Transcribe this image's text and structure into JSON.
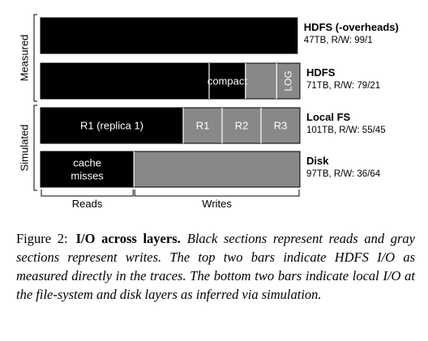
{
  "chart_data": {
    "type": "bar",
    "orientation": "horizontal",
    "stacked": true,
    "groups": [
      {
        "label": "Measured",
        "bars": [
          0,
          1
        ]
      },
      {
        "label": "Simulated",
        "bars": [
          2,
          3
        ]
      }
    ],
    "bars": [
      {
        "name": "HDFS (-overheads)",
        "detail": "47TB, R/W: 99/1",
        "total_tb": 47,
        "segments": [
          {
            "kind": "read",
            "value": 0.99,
            "label": ""
          }
        ]
      },
      {
        "name": "HDFS",
        "detail": "71TB, R/W: 79/21",
        "total_tb": 71,
        "segments": [
          {
            "kind": "read",
            "value": 0.65,
            "label": ""
          },
          {
            "kind": "read",
            "value": 0.14,
            "label": "compact"
          },
          {
            "kind": "write",
            "value": 0.12,
            "label": ""
          },
          {
            "kind": "write",
            "value": 0.09,
            "label": "LOG"
          }
        ]
      },
      {
        "name": "Local FS",
        "detail": "101TB, R/W: 55/45",
        "total_tb": 101,
        "segments": [
          {
            "kind": "read",
            "value": 0.55,
            "label": "R1 (replica 1)"
          },
          {
            "kind": "write",
            "value": 0.15,
            "label": "R1"
          },
          {
            "kind": "write",
            "value": 0.15,
            "label": "R2"
          },
          {
            "kind": "write",
            "value": 0.15,
            "label": "R3"
          }
        ]
      },
      {
        "name": "Disk",
        "detail": "97TB, R/W: 36/64",
        "total_tb": 97,
        "segments": [
          {
            "kind": "read",
            "value": 0.36,
            "label": "cache\nmisses"
          },
          {
            "kind": "write",
            "value": 0.64,
            "label": ""
          }
        ]
      }
    ],
    "axis_brackets": [
      {
        "label": "Reads",
        "from": 0,
        "to": 0.36
      },
      {
        "label": "Writes",
        "from": 0.36,
        "to": 1.0
      }
    ],
    "colors": {
      "read": "#000000",
      "write": "#888888",
      "divider": "#ffffff"
    }
  },
  "caption": {
    "label": "Figure 2:",
    "title": "I/O across layers.",
    "body": "Black sections represent reads and gray sections represent writes. The top two bars indicate HDFS I/O as measured directly in the traces. The bottom two bars indicate local I/O at the file-system and disk layers as inferred via simulation."
  }
}
